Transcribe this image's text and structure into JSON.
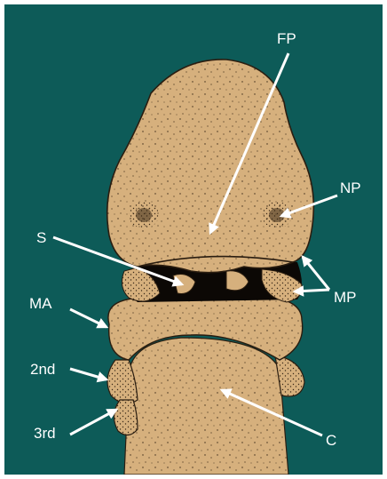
{
  "figure": {
    "background_color": "#0d5b58",
    "tissue_color": "#d6b07d",
    "arrow_color": "#ffffff",
    "labels": {
      "fp": "FP",
      "np": "NP",
      "s": "S",
      "mp": "MP",
      "ma": "MA",
      "second": "2nd",
      "third": "3rd",
      "c": "C"
    }
  }
}
